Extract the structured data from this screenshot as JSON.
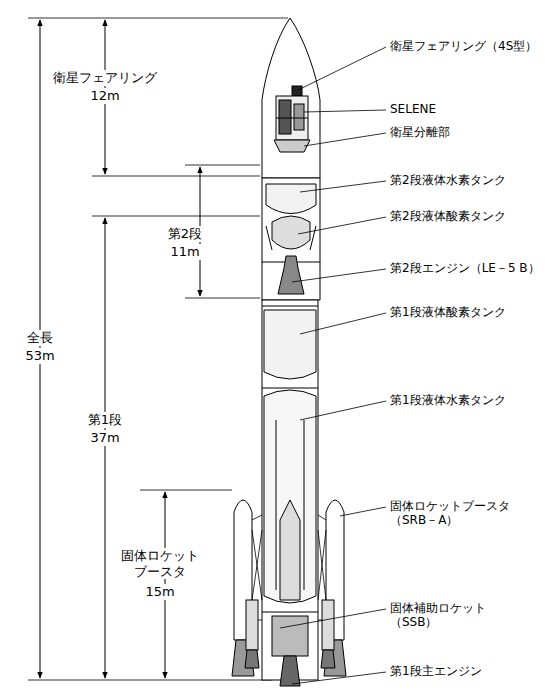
{
  "diagram": {
    "labels": [
      "衛星フェアリング",
      "12m",
      "第2段",
      "11m",
      "全長",
      "53m",
      "第1段",
      "37m",
      "固体ロケット ブースタ",
      "15m",
      "衛星フェアリング（4S型）",
      "SELENE",
      "衛星分離部",
      "第2段液体水素タンク",
      "第2段液体酸素タンク",
      "第2段エンジン（LE－5 B）",
      "第1段液体酸素タンク",
      "第1段液体水素タンク",
      "固体ロケットブースタ （SRB－A）",
      "固体補助ロケット （SSB）",
      "第1段主エンジン"
    ]
  }
}
